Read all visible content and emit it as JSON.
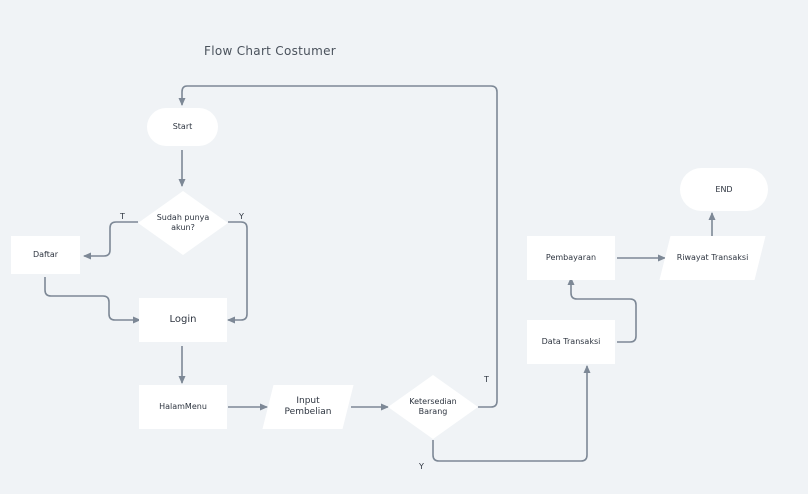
{
  "title": "Flow Chart Costumer",
  "nodes": {
    "start": "Start",
    "decision_account": "Sudah punya akun?",
    "daftar": "Daftar",
    "login": "Login",
    "halaman_menu": "HalamMenu",
    "input_pembelian": "Input Pembelian",
    "ketersediaan": "Ketersedian Barang",
    "data_transaksi": "Data Transaksi",
    "pembayaran": "Pembayaran",
    "riwayat": "Riwayat Transaksi",
    "end": "END"
  },
  "labels": {
    "account_no": "T",
    "account_yes": "Y",
    "stock_no": "T",
    "stock_yes": "Y"
  },
  "colors": {
    "connector": "#7d8896",
    "node_fill": "#ffffff",
    "background": "#f0f3f6"
  }
}
